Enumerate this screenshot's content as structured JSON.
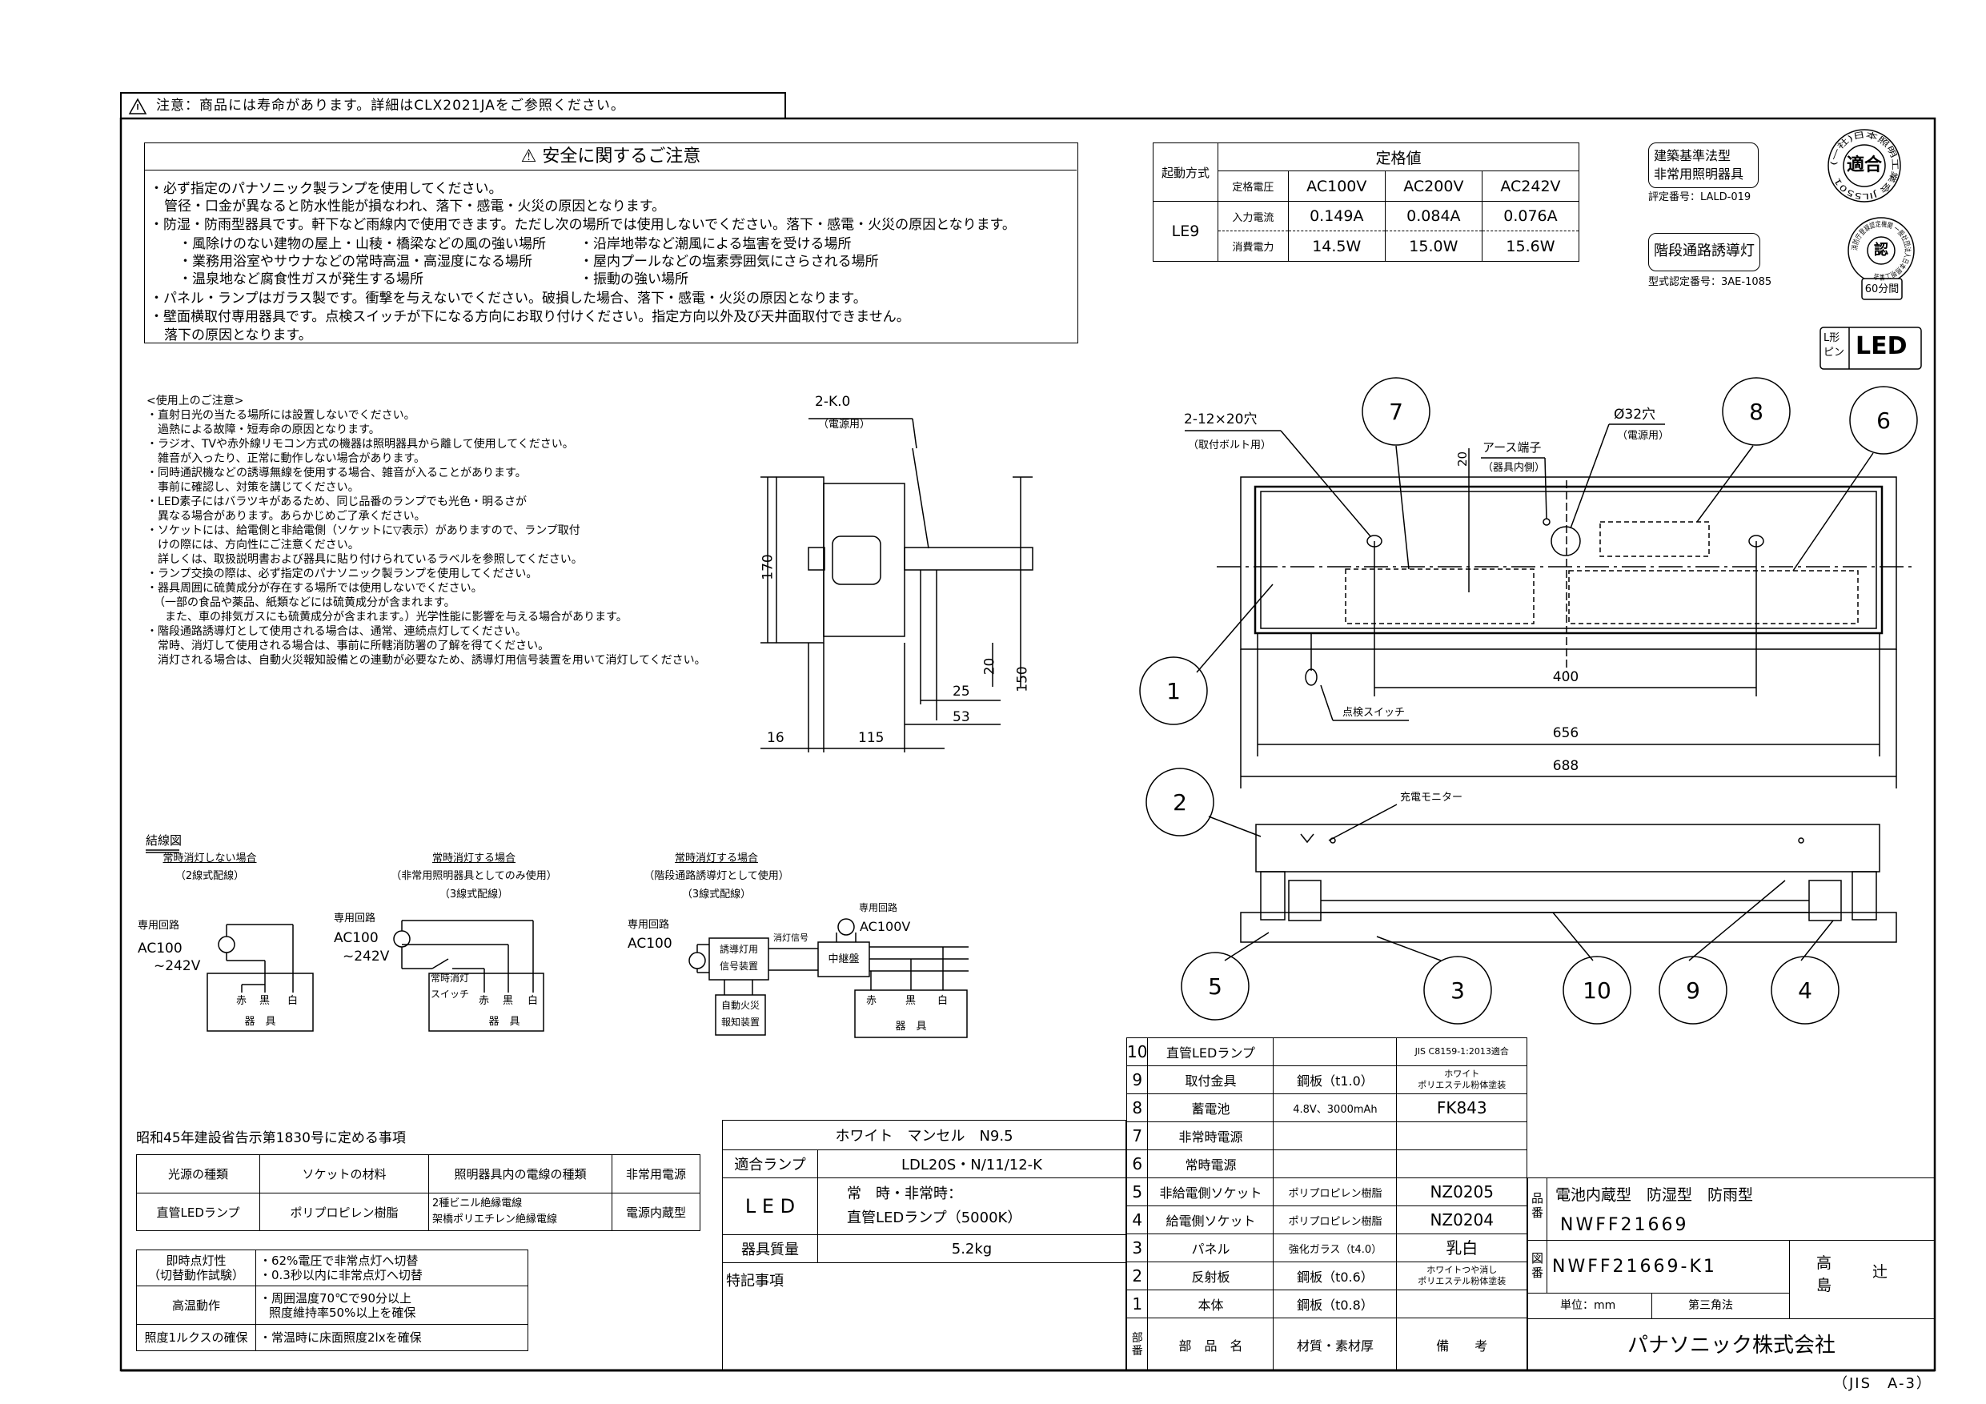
{
  "notice": "注意：商品には寿命があります。詳細はCLX2021JAをご参照ください。",
  "safety": {
    "title": "安全に関するご注意",
    "lines": [
      "・必ず指定のパナソニック製ランプを使用してください。",
      "管径・口金が異なると防水性能が損なわれ、落下・感電・火災の原因となります。",
      "・防湿・防雨型器具です。軒下など雨線内で使用できます。ただし次の場所では使用しないでください。落下・感電・火災の原因となります。",
      "・風除けのない建物の屋上・山稜・橋梁などの風の強い場所",
      "・沿岸地帯など潮風による塩害を受ける場所",
      "・業務用浴室やサウナなどの常時高温・高湿度になる場所",
      "・屋内プールなどの塩素雰囲気にさらされる場所",
      "・温泉地など腐食性ガスが発生する場所",
      "・振動の強い場所",
      "・パネル・ランプはガラス製です。衝撃を与えないでください。破損した場合、落下・感電・火災の原因となります。",
      "・壁面横取付専用器具です。点検スイッチが下になる方向にお取り付けください。指定方向以外及び天井面取付できません。",
      "落下の原因となります。"
    ]
  },
  "ratings": {
    "start_method_header": "起動方式",
    "rated_header": "定格値",
    "voltage_label": "定格電圧",
    "voltages": [
      "AC100V",
      "AC200V",
      "AC242V"
    ],
    "start_method": "LE9",
    "current_label": "入力電流",
    "currents": [
      "0.149A",
      "0.084A",
      "0.076A"
    ],
    "power_label": "消費電力",
    "powers": [
      "14.5W",
      "15.0W",
      "15.6W"
    ]
  },
  "badges": {
    "building_std_1": "建築基準法型",
    "building_std_2": "非常用照明器具",
    "eval_no": "評定番号：LALD-019",
    "seal1_center": "適合",
    "seal1_ring": "(一社)日本照明工業会 JIL5501",
    "stair_guide": "階段通路誘導灯",
    "type_no": "型式認定番号：3AE-1085",
    "seal2_center": "認",
    "seal2_ring": "消防庁登録認定機関 一般社団法人日本照明工業会",
    "seal2_time": "60分間",
    "pin_label_1": "L形",
    "pin_label_2": "ピン",
    "led_logo": "LED"
  },
  "usage_notes": {
    "title": "<使用上のご注意>",
    "lines": [
      "・直射日光の当たる場所には設置しないでください。",
      "過熱による故障・短寿命の原因となります。",
      "・ラジオ、TVや赤外線リモコン方式の機器は照明器具から離して使用してください。",
      "雑音が入ったり、正常に動作しない場合があります。",
      "・同時通訳機などの誘導無線を使用する場合、雑音が入ることがあります。",
      "事前に確認し、対策を講じてください。",
      "・LED素子にはバラツキがあるため、同じ品番のランプでも光色・明るさが",
      "異なる場合があります。あらかじめご了承ください。",
      "・ソケットには、給電側と非給電側（ソケットに▽表示）がありますので、ランプ取付",
      "けの際には、方向性にご注意ください。",
      "詳しくは、取扱説明書および器具に貼り付けられているラベルを参照してください。",
      "・ランプ交換の際は、必ず指定のパナソニック製ランプを使用してください。",
      "・器具周囲に硫黄成分が存在する場所では使用しないでください。",
      "（一部の食品や薬品、紙類などには硫黄成分が含まれます。",
      "また、車の排気ガスにも硫黄成分が含まれます。）光学性能に影響を与える場合があります。",
      "・階段通路誘導灯として使用される場合は、通常、連続点灯してください。",
      "常時、消灯して使用される場合は、事前に所轄消防署の了解を得てください。",
      "消灯される場合は、自動火災報知設備との連動が必要なため、誘導灯用信号装置を用いて消灯してください。"
    ]
  },
  "side_view": {
    "hole_label": "2-K.0",
    "hole_note": "（電源用）",
    "dims": [
      "170",
      "150",
      "20",
      "25",
      "53",
      "16",
      "115"
    ]
  },
  "top_view": {
    "mount_hole": "2-12×20穴",
    "mount_hole_note": "（取付ボルト用）",
    "earth": "アース端子",
    "earth_note": "（器具内側）",
    "power_hole": "Ø32穴",
    "power_hole_note": "（電源用）",
    "dim_20": "20",
    "dim_400": "400",
    "dim_656": "656",
    "dim_688": "688",
    "check_switch": "点検スイッチ"
  },
  "front_view": {
    "charge_monitor": "充電モニター"
  },
  "balloons": [
    "1",
    "2",
    "3",
    "4",
    "5",
    "6",
    "7",
    "8",
    "9",
    "10"
  ],
  "wiring": {
    "title": "結線図",
    "d1": {
      "title": "常時消灯しない場合",
      "sub": "（2線式配線）",
      "circuit": "専用回路",
      "volt1": "AC100",
      "volt2": "~242V",
      "wires": [
        "赤",
        "黒",
        "白"
      ],
      "fixture": "器　具"
    },
    "d2": {
      "title": "常時消灯する場合",
      "sub1": "（非常用照明器具としてのみ使用）",
      "sub2": "（3線式配線）",
      "circuit": "専用回路",
      "volt1": "AC100",
      "volt2": "~242V",
      "switch1": "常時消灯",
      "switch2": "スイッチ",
      "wires": [
        "赤",
        "黒",
        "白"
      ],
      "fixture": "器　具"
    },
    "d3": {
      "title": "常時消灯する場合",
      "sub1": "（階段通路誘導灯として使用）",
      "sub2": "（3線式配線）",
      "circuit": "専用回路",
      "volt1": "AC100",
      "signal1": "誘導灯用",
      "signal2": "信号装置",
      "fire1": "自動火災",
      "fire2": "報知装置",
      "off_signal": "消灯信号",
      "relay": "中継盤",
      "circuit2": "専用回路",
      "volt3": "AC100V",
      "wires": [
        "赤",
        "黒",
        "白"
      ],
      "fixture": "器　具"
    }
  },
  "regulation": {
    "title": "昭和45年建設省告示第1830号に定める事項",
    "headers": [
      "光源の種類",
      "ソケットの材料",
      "照明器具内の電線の種類",
      "非常用電源"
    ],
    "row": [
      "直管LEDランプ",
      "ポリプロピレン樹脂",
      "2種ビニル絶縁電線",
      "架橋ポリエチレン絶縁電線",
      "電源内蔵型"
    ]
  },
  "performance": [
    {
      "label1": "即時点灯性",
      "label2": "（切替動作試験）",
      "v1": "・62%電圧で非常点灯へ切替",
      "v2": "・0.3秒以内に非常点灯へ切替"
    },
    {
      "label1": "高温動作",
      "v1": "・周囲温度70℃で90分以上",
      "v2": "照度維持率50%以上を確保"
    },
    {
      "label1": "照度1ルクスの確保",
      "v1": "・常温時に床面照度2lxを確保"
    }
  ],
  "spec": {
    "color": "ホワイト　マンセル　N9.5",
    "lamp_label": "適合ランプ",
    "lamp": "LDL20S・N/11/12-K",
    "led_label": "L E D",
    "led_1": "常　時・非常時：",
    "led_2": "直管LEDランプ（5000K）",
    "mass_label": "器具質量",
    "mass": "5.2kg",
    "notes_label": "特記事項"
  },
  "parts": {
    "rows": [
      {
        "no": "10",
        "name": "直管LEDランプ",
        "material": "",
        "note": "JIS C8159-1:2013適合"
      },
      {
        "no": "9",
        "name": "取付金具",
        "material": "鋼板（t1.0）",
        "note": "ホワイト\nポリエステル粉体塗装"
      },
      {
        "no": "8",
        "name": "蓄電池",
        "material": "4.8V、3000mAh",
        "note": "FK843"
      },
      {
        "no": "7",
        "name": "非常時電源",
        "material": "",
        "note": ""
      },
      {
        "no": "6",
        "name": "常時電源",
        "material": "",
        "note": ""
      },
      {
        "no": "5",
        "name": "非給電側ソケット",
        "material": "ポリプロピレン樹脂",
        "note": "NZ0205"
      },
      {
        "no": "4",
        "name": "給電側ソケット",
        "material": "ポリプロピレン樹脂",
        "note": "NZ0204"
      },
      {
        "no": "3",
        "name": "パネル",
        "material": "強化ガラス（t4.0）",
        "note": "乳白"
      },
      {
        "no": "2",
        "name": "反射板",
        "material": "鋼板（t0.6）",
        "note": "ホワイトつや消し\nポリエステル粉体塗装"
      },
      {
        "no": "1",
        "name": "本体",
        "material": "鋼板（t0.8）",
        "note": ""
      }
    ],
    "header": {
      "no": "部番",
      "name": "部　品　名",
      "material": "材質・素材厚",
      "note": "備　　考"
    }
  },
  "title_block": {
    "product_label": "品番",
    "product_desc": "電池内蔵型　防湿型　防雨型",
    "product_no": "NWFF21669",
    "drawing_label": "図番",
    "drawing_no": "NWFF21669-K1",
    "signature_1": "高島",
    "signature_2": "辻",
    "unit": "単位：mm",
    "projection": "第三角法",
    "company": "パナソニック株式会社"
  },
  "footer": "（JIS　A-3）"
}
